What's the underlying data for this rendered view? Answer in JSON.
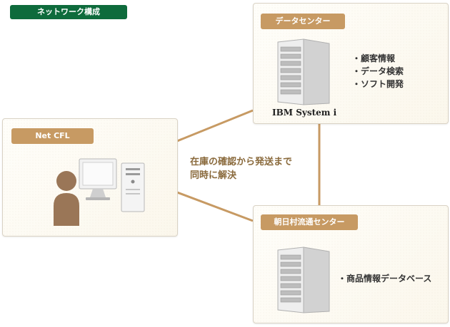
{
  "title": "ネットワーク構成",
  "client": {
    "tag": "Net CFL"
  },
  "datacenter": {
    "tag": "データセンター",
    "server_label": "IBM System i",
    "items": [
      "顧客情報",
      "データ検索",
      "ソフト開発"
    ]
  },
  "asahi": {
    "tag": "朝日村流通センター",
    "items": [
      "商品情報データベース"
    ]
  },
  "caption": {
    "line1": "在庫の確認から発送まで",
    "line2": "同時に解決"
  },
  "colors": {
    "title_bg": "#0e6b3c",
    "tag_bg": "#c79a63",
    "connector": "#c79a63",
    "caption_text": "#8a6a3c"
  },
  "icons": [
    "server-icon",
    "desktop-computer-icon",
    "person-icon"
  ]
}
